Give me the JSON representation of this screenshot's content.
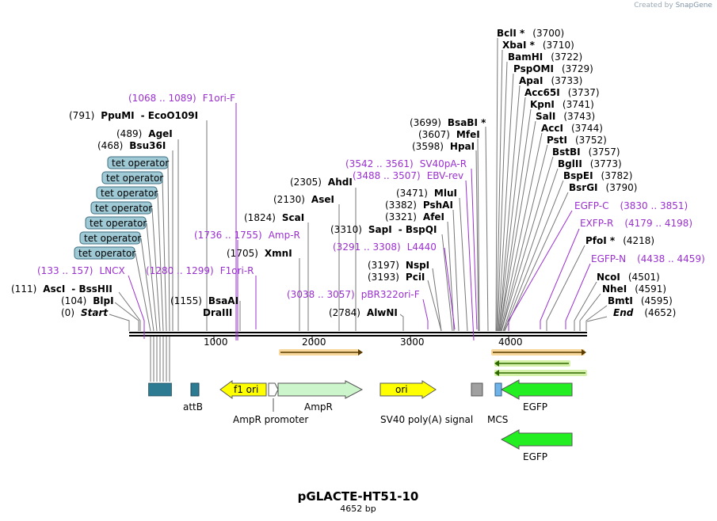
{
  "credit": {
    "text": "Created by",
    "brand": "SnapGene"
  },
  "map": {
    "name": "pGLACTE-HT51-10",
    "length": "4652 bp"
  },
  "ticks": [
    "1000",
    "2000",
    "3000",
    "4000"
  ],
  "left_enzymes": [
    {
      "pos": "(791)",
      "name": "PpuMI",
      "name2": "EcoO109I"
    },
    {
      "pos": "(489)",
      "name": "AgeI"
    },
    {
      "pos": "(468)",
      "name": "Bsu36I"
    },
    {
      "pos": "(111)",
      "name": "AscI",
      "name2": "BssHII"
    },
    {
      "pos": "(104)",
      "name": "BlpI"
    },
    {
      "pos": "(0)",
      "name": "Start"
    },
    {
      "pos": "(1155)",
      "name": "BsaAI"
    },
    {
      "name": "DraIII"
    }
  ],
  "operators": [
    "tet operator",
    "tet operator",
    "tet operator",
    "tet operator",
    "tet operator",
    "tet operator",
    "tet operator"
  ],
  "primers": [
    {
      "range": "(1068 .. 1089)",
      "name": "F1ori-F"
    },
    {
      "range": "(133 .. 157)",
      "name": "LNCX"
    },
    {
      "range": "(1280 .. 1299)",
      "name": "F1ori-R"
    },
    {
      "range": "(1736 .. 1755)",
      "name": "Amp-R"
    },
    {
      "range": "(3038 .. 3057)",
      "name": "pBR322ori-F"
    },
    {
      "range": "(3291 .. 3308)",
      "name": "L4440"
    },
    {
      "range": "(3542 .. 3561)",
      "name": "SV40pA-R"
    },
    {
      "range": "(3488 .. 3507)",
      "name": "EBV-rev"
    },
    {
      "range": "(3830 .. 3851)",
      "name": "EGFP-C"
    },
    {
      "range": "(4179 .. 4198)",
      "name": "EXFP-R"
    },
    {
      "range": "(4438 .. 4459)",
      "name": "EGFP-N"
    }
  ],
  "mid_enzymes": [
    {
      "pos": "(2305)",
      "name": "AhdI"
    },
    {
      "pos": "(2130)",
      "name": "AseI"
    },
    {
      "pos": "(1824)",
      "name": "ScaI"
    },
    {
      "pos": "(1705)",
      "name": "XmnI"
    },
    {
      "pos": "(2784)",
      "name": "AlwNI"
    },
    {
      "pos": "(3471)",
      "name": "MluI"
    },
    {
      "pos": "(3382)",
      "name": "PshAI"
    },
    {
      "pos": "(3321)",
      "name": "AfeI"
    },
    {
      "pos": "(3310)",
      "name": "SapI",
      "name2": "BspQI"
    },
    {
      "pos": "(3197)",
      "name": "NspI"
    },
    {
      "pos": "(3193)",
      "name": "PciI"
    },
    {
      "pos": "(3699)",
      "name": "BsaBI *"
    },
    {
      "pos": "(3607)",
      "name": "MfeI"
    },
    {
      "pos": "(3598)",
      "name": "HpaI"
    }
  ],
  "right_enzymes": [
    {
      "name": "BclI *",
      "pos": "(3700)"
    },
    {
      "name": "XbaI *",
      "pos": "(3710)"
    },
    {
      "name": "BamHI",
      "pos": "(3722)"
    },
    {
      "name": "PspOMI",
      "pos": "(3729)"
    },
    {
      "name": "ApaI",
      "pos": "(3733)"
    },
    {
      "name": "Acc65I",
      "pos": "(3737)"
    },
    {
      "name": "KpnI",
      "pos": "(3741)"
    },
    {
      "name": "SalI",
      "pos": "(3743)"
    },
    {
      "name": "AccI",
      "pos": "(3744)"
    },
    {
      "name": "PstI",
      "pos": "(3752)"
    },
    {
      "name": "BstBI",
      "pos": "(3757)"
    },
    {
      "name": "BglII",
      "pos": "(3773)"
    },
    {
      "name": "BspEI",
      "pos": "(3782)"
    },
    {
      "name": "BsrGI",
      "pos": "(3790)"
    },
    {
      "name": "PfoI *",
      "pos": "(4218)"
    },
    {
      "name": "NcoI",
      "pos": "(4501)"
    },
    {
      "name": "NheI",
      "pos": "(4591)"
    },
    {
      "name": "BmtI",
      "pos": "(4595)"
    },
    {
      "name": "End",
      "pos": "(4652)"
    }
  ],
  "features": {
    "attB": "attB",
    "f1ori": "f1 ori",
    "ampr": "AmpR",
    "ampr_promoter": "AmpR promoter",
    "ori": "ori",
    "sv40": "SV40 poly(A) signal",
    "mcs": "MCS",
    "egfp": "EGFP",
    "egfp2": "EGFP"
  },
  "colors": {
    "primer": "#9b30d0",
    "operator_fill": "#9fc9d5",
    "attB": "#2d7a93",
    "f1ori": "#ffff00",
    "ampr": "#ccf5cc",
    "ori": "#ffff00",
    "egfp": "#22ee22",
    "mcs": "#6fb3e8"
  }
}
